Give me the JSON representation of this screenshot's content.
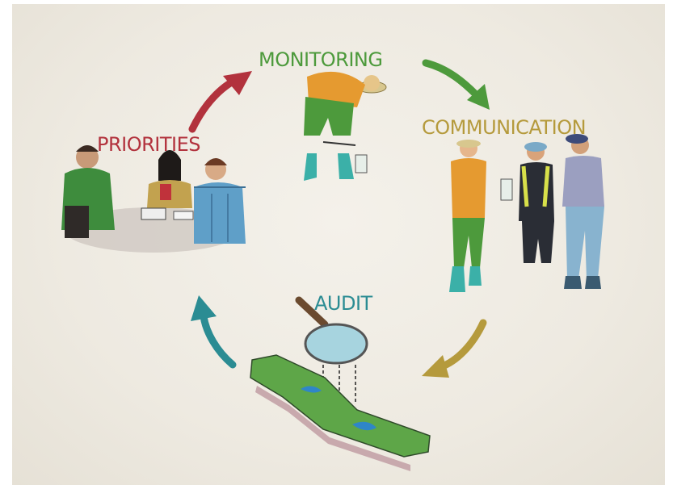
{
  "labels": {
    "monitoring": "MONITORING",
    "communication": "COMMUNICATION",
    "priorities": "PRIORITIES",
    "audit": "AUDIT"
  },
  "colors": {
    "monitoring": "#4d9a3c",
    "communication": "#b59a3c",
    "priorities": "#b2323d",
    "audit": "#2b8c93",
    "arrow_red": "#b2323d",
    "arrow_green": "#4d9a3c",
    "arrow_gold": "#b59a3c",
    "arrow_teal": "#2b8c93"
  },
  "icons": [
    "arrow-priorities-to-monitoring",
    "arrow-monitoring-to-communication",
    "arrow-communication-to-audit",
    "arrow-audit-to-priorities",
    "magnifying-glass-icon",
    "map-icon"
  ]
}
